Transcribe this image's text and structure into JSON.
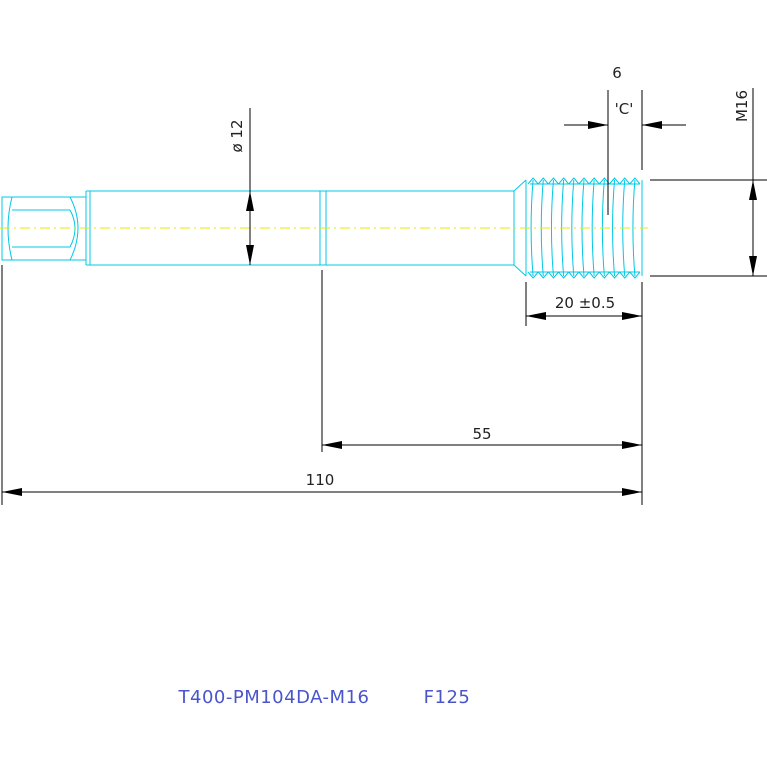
{
  "colors": {
    "part_outline": "#00c8e6",
    "centerline": "#e8e800",
    "dimension": "#000000",
    "title": "#4a55cc"
  },
  "dimensions": {
    "thread_pitch": "6",
    "section_callout": "'C'",
    "thread_size": "M16",
    "diameter": "ø 12",
    "thread_length": "20 ±0.5",
    "shank_length": "55",
    "total_length": "110"
  },
  "title_block": {
    "part_number": "T400-PM104DA-M16",
    "code": "F125"
  }
}
